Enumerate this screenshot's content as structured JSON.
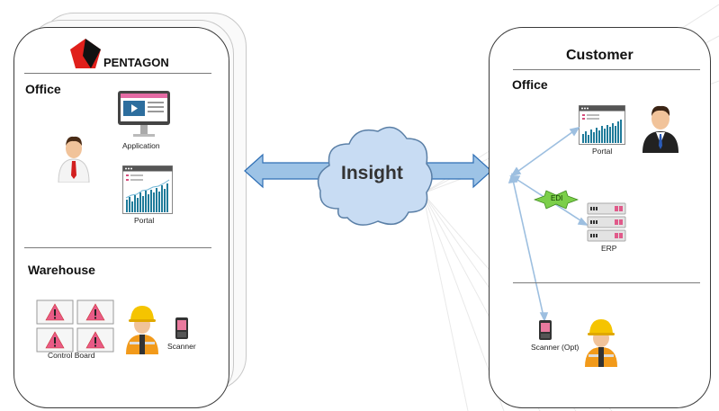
{
  "left_panel": {
    "brand": "PENTAGON",
    "office_label": "Office",
    "warehouse_label": "Warehouse",
    "application_label": "Application",
    "portal_label": "Portal",
    "control_board_label": "Control Board",
    "scanner_label": "Scanner"
  },
  "center": {
    "cloud_label": "Insight"
  },
  "right_panel": {
    "title": "Customer",
    "office_label": "Office",
    "portal_label": "Portal",
    "edi_label": "EDI",
    "erp_label": "ERP",
    "scanner_label": "Scanner (Opt)"
  },
  "icons": [
    "pentagon-logo-icon",
    "person-icon",
    "monitor-icon",
    "portal-chart-icon",
    "warning-board-icon",
    "worker-icon",
    "scanner-icon",
    "server-icon",
    "cloud-icon",
    "double-arrow-icon"
  ],
  "colors": {
    "brand_red": "#e0201b",
    "arrow_blue": "#9dc3e6",
    "arrow_outline": "#2f6fb5",
    "cloud_fill": "#c8dcf3",
    "edi_green": "#7ccf4a"
  }
}
